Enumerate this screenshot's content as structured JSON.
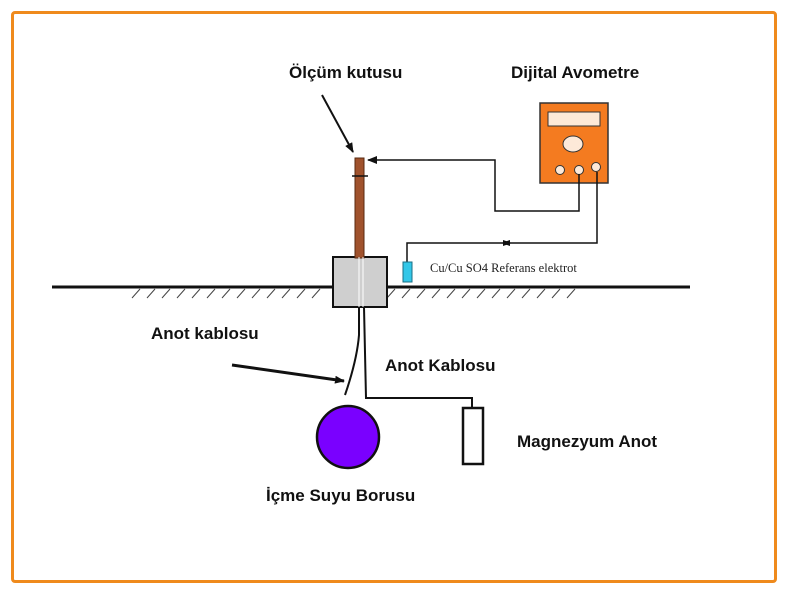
{
  "labels": {
    "olcum_kutusu": "Ölçüm kutusu",
    "dijital_avometre": "Dijital Avometre",
    "referans_elektrot": "Cu/Cu SO4 Referans elektrot",
    "anot_kablosu_left": "Anot kablosu",
    "anot_kablosu_right": "Anot Kablosu",
    "magnezyum_anot": "Magnezyum Anot",
    "icme_suyu_borusu": "İçme Suyu Borusu"
  },
  "colors": {
    "frame": "#ef8a1c",
    "avometre_body": "#f47b20",
    "pipe": "#7a00ff",
    "test_post": "#a0522d",
    "box": "#cfcfcf",
    "electrode": "#33c7e8"
  }
}
